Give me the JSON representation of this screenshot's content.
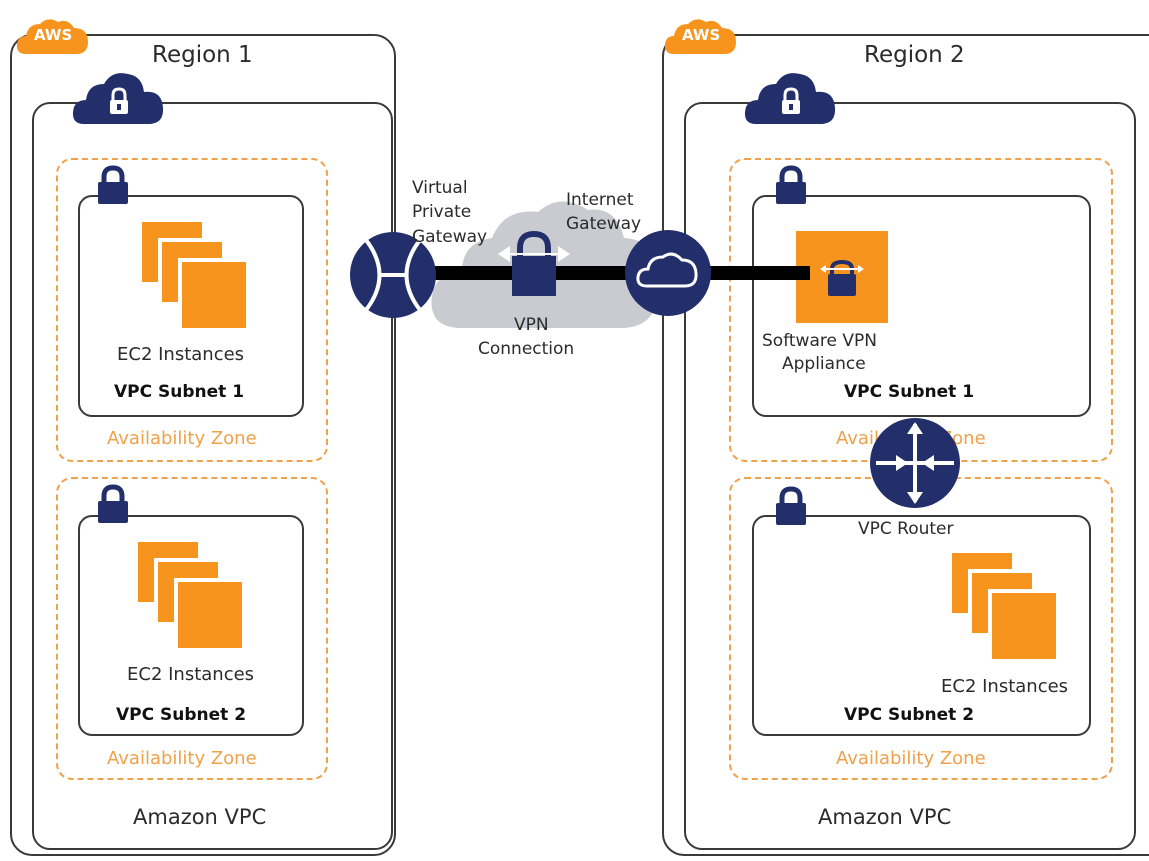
{
  "colors": {
    "accent": "#f7941d",
    "navy": "#232f6b",
    "az_dash": "#f0a14a",
    "border": "#3a3a3a",
    "cloud_grey": "#c9cbd0"
  },
  "region1": {
    "badge": "AWS",
    "title": "Region 1",
    "vpc_label": "Amazon VPC",
    "zones": [
      {
        "az_label": "Availability Zone",
        "subnet_label": "VPC Subnet 1",
        "ec2_label": "EC2 Instances"
      },
      {
        "az_label": "Availability Zone",
        "subnet_label": "VPC Subnet 2",
        "ec2_label": "EC2 Instances"
      }
    ]
  },
  "region2": {
    "badge": "AWS",
    "title": "Region 2",
    "vpc_label": "Amazon VPC",
    "zones": [
      {
        "az_label": "Availability Zone",
        "subnet_label": "VPC Subnet 1",
        "appliance_label_1": "Software VPN",
        "appliance_label_2": "Appliance"
      },
      {
        "az_label": "Availability Zone",
        "subnet_label": "VPC Subnet 2",
        "ec2_label": "EC2 Instances"
      }
    ]
  },
  "connection": {
    "vgw_label_1": "Virtual",
    "vgw_label_2": "Private",
    "vgw_label_3": "Gateway",
    "igw_label_1": "Internet",
    "igw_label_2": "Gateway",
    "vpn_label_1": "VPN",
    "vpn_label_2": "Connection"
  },
  "router_label": "VPC Router",
  "icons": [
    "aws-badge-icon",
    "vpc-cloud-lock-icon",
    "padlock-icon",
    "ec2-instances-icon",
    "virtual-private-gateway-icon",
    "internet-gateway-icon",
    "vpn-lock-icon",
    "software-vpn-appliance-icon",
    "vpc-router-icon"
  ]
}
